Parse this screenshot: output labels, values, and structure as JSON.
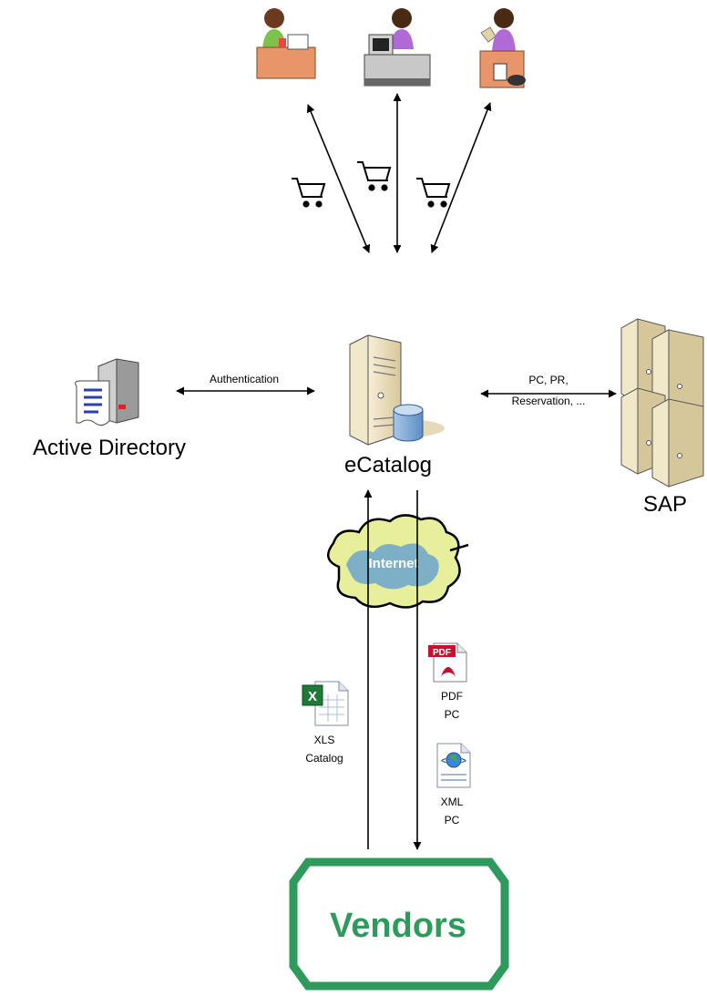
{
  "nodes": {
    "active_directory": "Active Directory",
    "ecatalog": "eCatalog",
    "sap": "SAP",
    "internet": "Internet",
    "vendors": "Vendors"
  },
  "edges": {
    "authentication": "Authentication",
    "sap_line1": "PC, PR,",
    "sap_line2": "Reservation, ..."
  },
  "documents": {
    "xls_line1": "XLS",
    "xls_line2": "Catalog",
    "pdf_line1": "PDF",
    "pdf_line2": "PC",
    "xml_line1": "XML",
    "xml_line2": "PC",
    "pdf_badge": "PDF",
    "excel_badge": "X"
  },
  "colors": {
    "vendors_border": "#2e9a5c",
    "vendors_text": "#2e9a5c",
    "cloud_fill": "#e8ef9a",
    "cloud_blue": "#5a9bd5",
    "server_beige": "#efe4c4",
    "desk_orange": "#e8956a"
  },
  "icons": [
    "user-at-desk-icon",
    "user-at-computer-icon",
    "user-with-phone-icon",
    "shopping-cart-icon",
    "directory-server-icon",
    "ecatalog-server-icon",
    "sap-server-cluster-icon",
    "internet-cloud-icon",
    "excel-file-icon",
    "pdf-file-icon",
    "xml-file-icon"
  ]
}
